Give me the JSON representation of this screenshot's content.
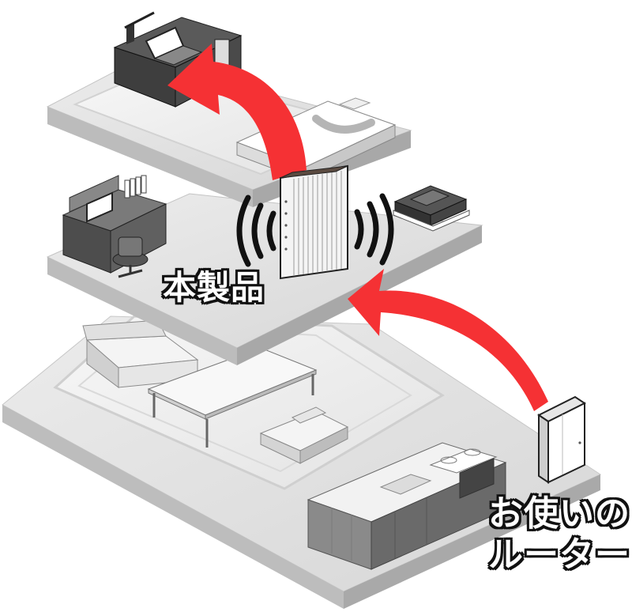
{
  "labels": {
    "product": "本製品",
    "router_line1": "お使いの",
    "router_line2": "ルーター"
  },
  "colors": {
    "arrow": "#f53134",
    "floor_top": "#e2e2e2",
    "floor_side": "#b9b9b9",
    "device": "#ffffff",
    "furniture_dark": "#555555"
  }
}
